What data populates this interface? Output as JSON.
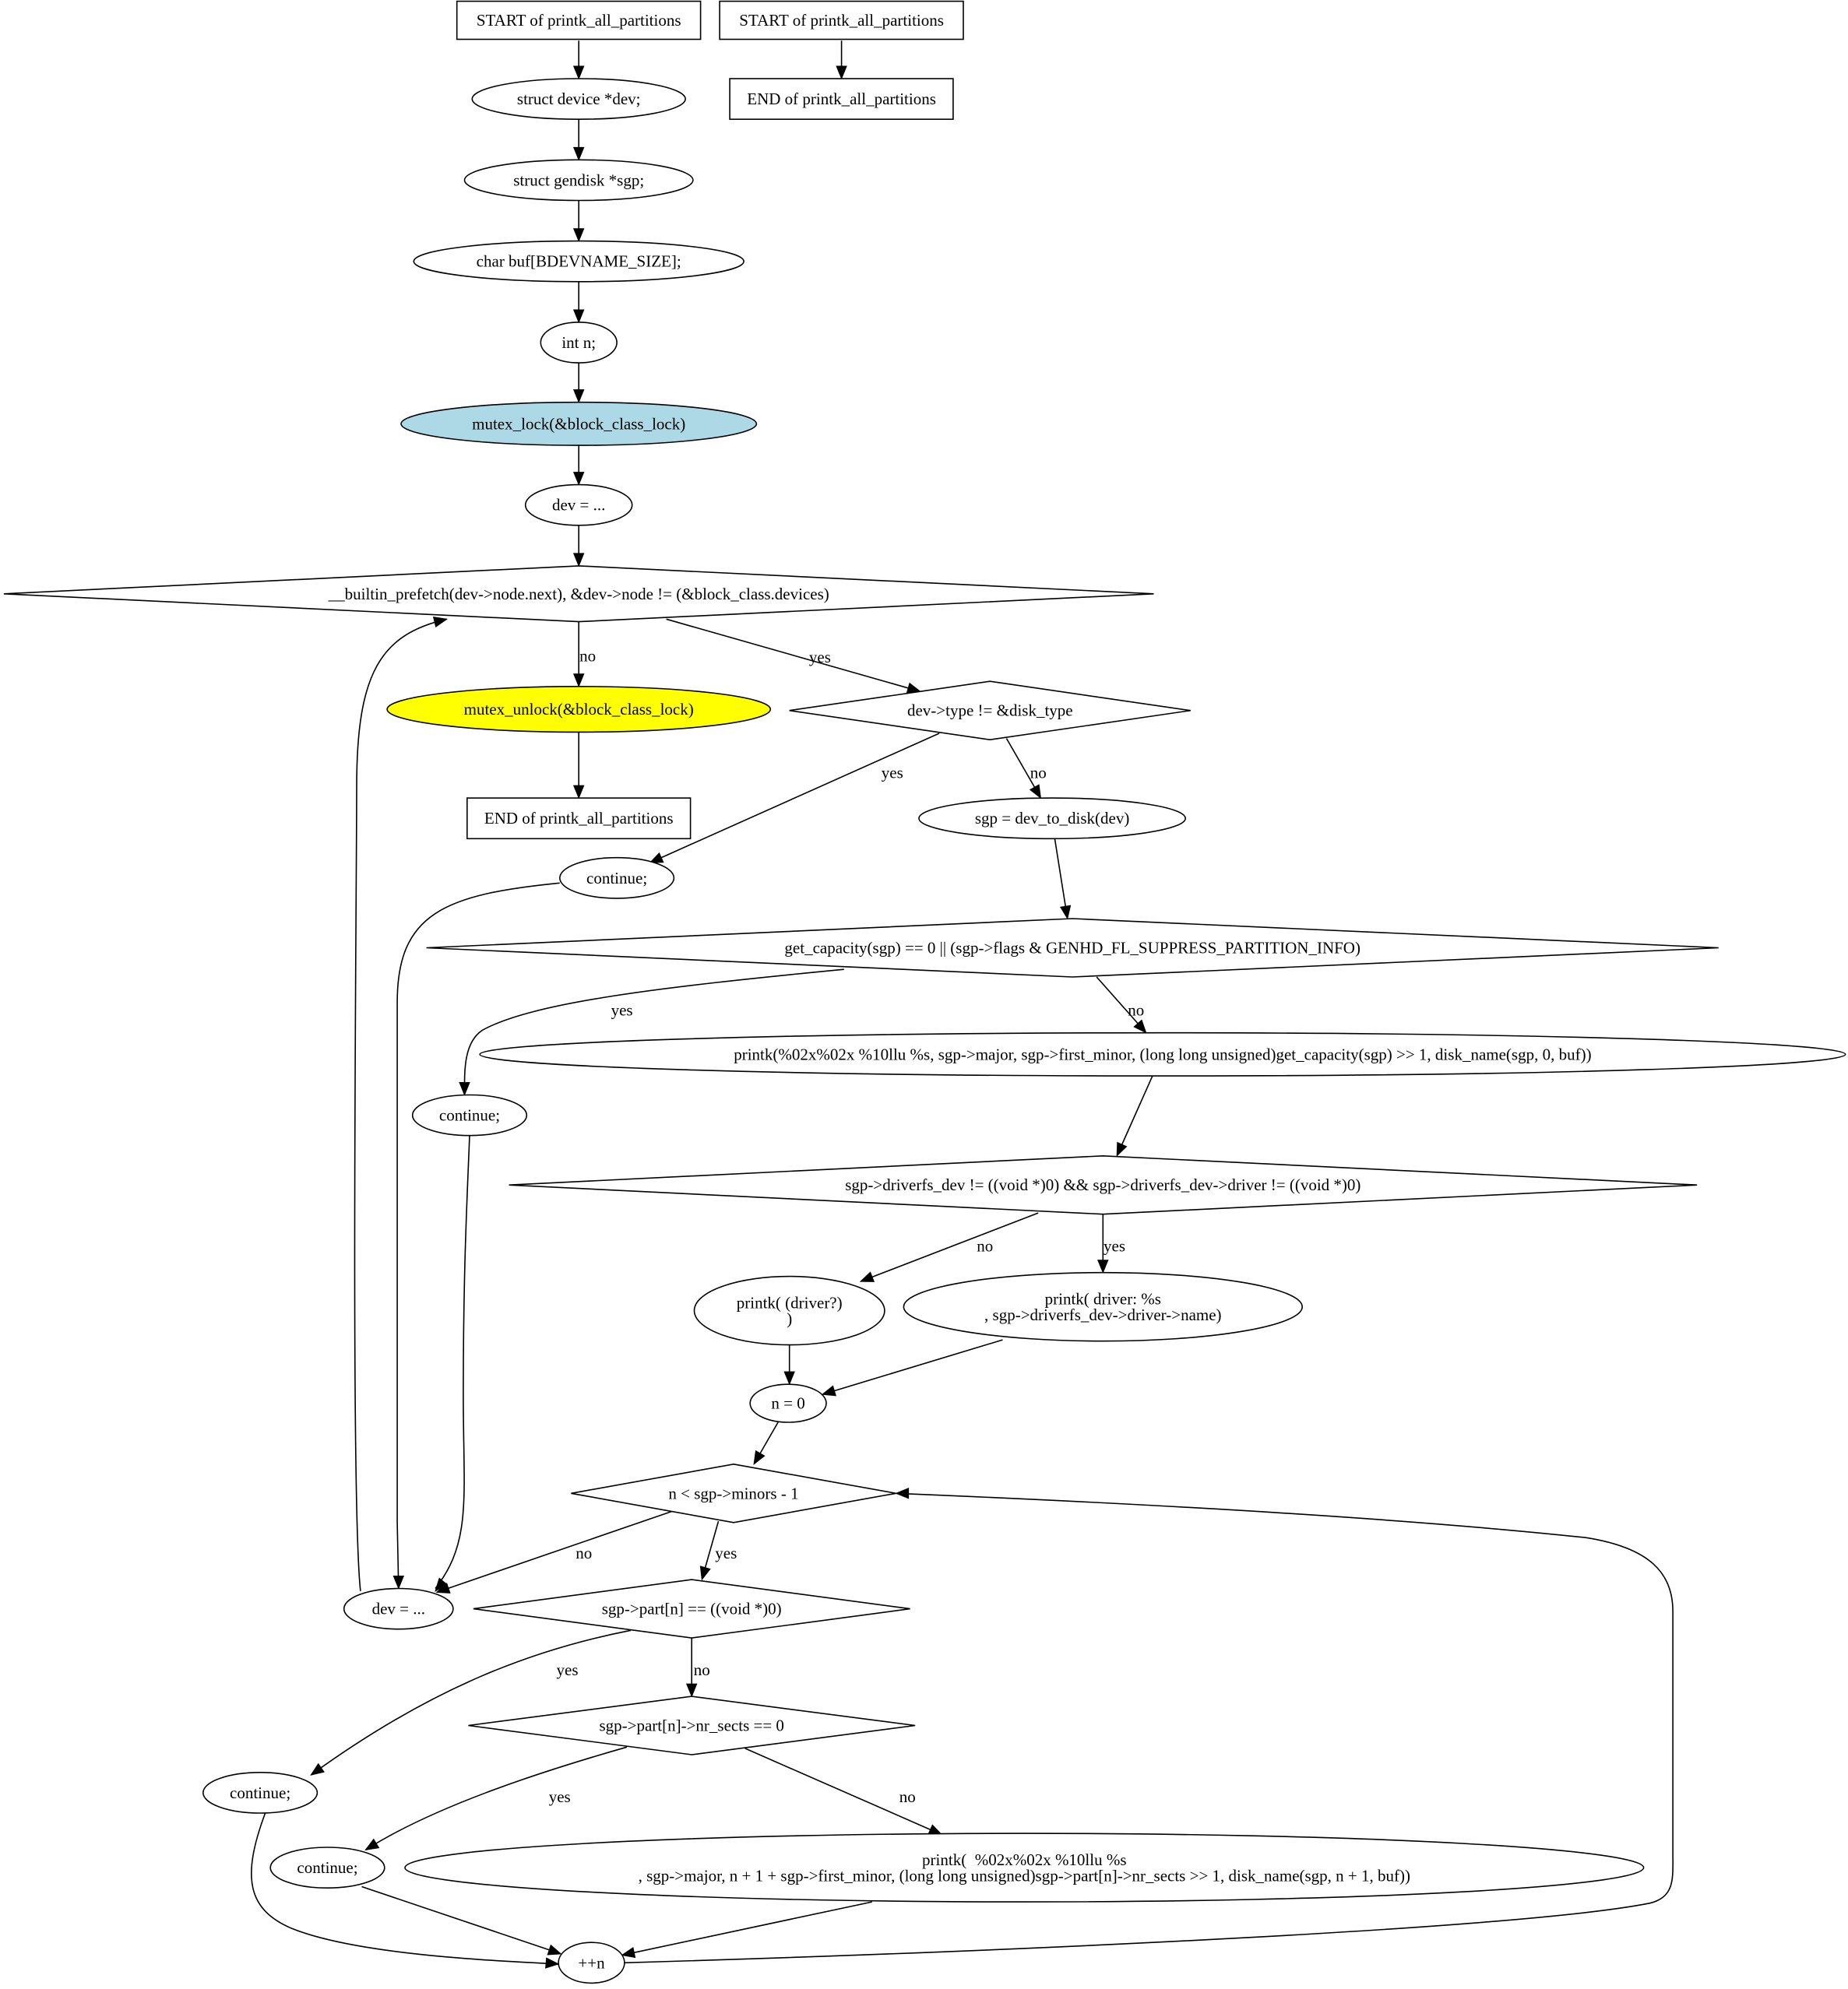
{
  "nodes": {
    "start_main": {
      "label": [
        "START of printk_all_partitions"
      ],
      "shape": "box"
    },
    "start_alt": {
      "label": [
        "START of printk_all_partitions"
      ],
      "shape": "box"
    },
    "end_alt": {
      "label": [
        "END of printk_all_partitions"
      ],
      "shape": "box"
    },
    "decl_dev": {
      "label": [
        "struct device *dev;"
      ],
      "shape": "ellipse"
    },
    "decl_sgp": {
      "label": [
        "struct gendisk *sgp;"
      ],
      "shape": "ellipse"
    },
    "decl_buf": {
      "label": [
        "char buf[BDEVNAME_SIZE];"
      ],
      "shape": "ellipse"
    },
    "decl_n": {
      "label": [
        "int n;"
      ],
      "shape": "ellipse"
    },
    "mutex_lock": {
      "label": [
        "mutex_lock(&block_class_lock)"
      ],
      "shape": "ellipse",
      "fill": "#add8e6"
    },
    "dev_init": {
      "label": [
        "dev = ..."
      ],
      "shape": "ellipse"
    },
    "loop_cond": {
      "label": [
        "__builtin_prefetch(dev->node.next), &dev->node != (&block_class.devices)"
      ],
      "shape": "diamond"
    },
    "mutex_unlock": {
      "label": [
        "mutex_unlock(&block_class_lock)"
      ],
      "shape": "ellipse",
      "fill": "#ffff00"
    },
    "end_main": {
      "label": [
        "END of printk_all_partitions"
      ],
      "shape": "box"
    },
    "type_check": {
      "label": [
        "dev->type != &disk_type"
      ],
      "shape": "diamond"
    },
    "continue_1": {
      "label": [
        "continue;"
      ],
      "shape": "ellipse"
    },
    "sgp_assign": {
      "label": [
        "sgp = dev_to_disk(dev)"
      ],
      "shape": "ellipse"
    },
    "capacity_check": {
      "label": [
        "get_capacity(sgp) == 0 || (sgp->flags & GENHD_FL_SUPPRESS_PARTITION_INFO)"
      ],
      "shape": "diamond"
    },
    "continue_2": {
      "label": [
        "continue;"
      ],
      "shape": "ellipse"
    },
    "printk_disk": {
      "label": [
        "printk(%02x%02x %10llu %s, sgp->major, sgp->first_minor, (long long unsigned)get_capacity(sgp) >> 1, disk_name(sgp, 0, buf))"
      ],
      "shape": "ellipse"
    },
    "driver_check": {
      "label": [
        "sgp->driverfs_dev != ((void *)0) && sgp->driverfs_dev->driver != ((void *)0)"
      ],
      "shape": "diamond"
    },
    "printk_nodriver": {
      "label": [
        "printk( (driver?)",
        ")"
      ],
      "shape": "ellipse"
    },
    "printk_driver": {
      "label": [
        "printk( driver: %s",
        ", sgp->driverfs_dev->driver->name)"
      ],
      "shape": "ellipse"
    },
    "n_init": {
      "label": [
        "n = 0"
      ],
      "shape": "ellipse"
    },
    "n_cond": {
      "label": [
        "n < sgp->minors - 1"
      ],
      "shape": "diamond"
    },
    "dev_next": {
      "label": [
        "dev = ..."
      ],
      "shape": "ellipse"
    },
    "part_null": {
      "label": [
        "sgp->part[n] == ((void *)0)"
      ],
      "shape": "diamond"
    },
    "continue_3": {
      "label": [
        "continue;"
      ],
      "shape": "ellipse"
    },
    "nr_sects_check": {
      "label": [
        "sgp->part[n]->nr_sects == 0"
      ],
      "shape": "diamond"
    },
    "continue_4": {
      "label": [
        "continue;"
      ],
      "shape": "ellipse"
    },
    "printk_part": {
      "label": [
        "printk(  %02x%02x %10llu %s",
        ", sgp->major, n + 1 + sgp->first_minor, (long long unsigned)sgp->part[n]->nr_sects >> 1, disk_name(sgp, n + 1, buf))"
      ],
      "shape": "ellipse"
    },
    "n_inc": {
      "label": [
        "++n"
      ],
      "shape": "ellipse"
    }
  },
  "edges": [
    {
      "from": "start_main",
      "to": "decl_dev",
      "label": ""
    },
    {
      "from": "start_alt",
      "to": "end_alt",
      "label": ""
    },
    {
      "from": "decl_dev",
      "to": "decl_sgp",
      "label": ""
    },
    {
      "from": "decl_sgp",
      "to": "decl_buf",
      "label": ""
    },
    {
      "from": "decl_buf",
      "to": "decl_n",
      "label": ""
    },
    {
      "from": "decl_n",
      "to": "mutex_lock",
      "label": ""
    },
    {
      "from": "mutex_lock",
      "to": "dev_init",
      "label": ""
    },
    {
      "from": "dev_init",
      "to": "loop_cond",
      "label": ""
    },
    {
      "from": "loop_cond",
      "to": "mutex_unlock",
      "label": "no"
    },
    {
      "from": "loop_cond",
      "to": "type_check",
      "label": "yes"
    },
    {
      "from": "mutex_unlock",
      "to": "end_main",
      "label": ""
    },
    {
      "from": "type_check",
      "to": "continue_1",
      "label": "yes"
    },
    {
      "from": "type_check",
      "to": "sgp_assign",
      "label": "no"
    },
    {
      "from": "continue_1",
      "to": "dev_next",
      "label": ""
    },
    {
      "from": "sgp_assign",
      "to": "capacity_check",
      "label": ""
    },
    {
      "from": "capacity_check",
      "to": "continue_2",
      "label": "yes"
    },
    {
      "from": "capacity_check",
      "to": "printk_disk",
      "label": "no"
    },
    {
      "from": "continue_2",
      "to": "dev_next",
      "label": ""
    },
    {
      "from": "printk_disk",
      "to": "driver_check",
      "label": ""
    },
    {
      "from": "driver_check",
      "to": "printk_nodriver",
      "label": "no"
    },
    {
      "from": "driver_check",
      "to": "printk_driver",
      "label": "yes"
    },
    {
      "from": "printk_nodriver",
      "to": "n_init",
      "label": ""
    },
    {
      "from": "printk_driver",
      "to": "n_init",
      "label": ""
    },
    {
      "from": "n_init",
      "to": "n_cond",
      "label": ""
    },
    {
      "from": "n_cond",
      "to": "dev_next",
      "label": "no"
    },
    {
      "from": "n_cond",
      "to": "part_null",
      "label": "yes"
    },
    {
      "from": "dev_next",
      "to": "loop_cond",
      "label": ""
    },
    {
      "from": "part_null",
      "to": "continue_3",
      "label": "yes"
    },
    {
      "from": "part_null",
      "to": "nr_sects_check",
      "label": "no"
    },
    {
      "from": "nr_sects_check",
      "to": "continue_4",
      "label": "yes"
    },
    {
      "from": "nr_sects_check",
      "to": "printk_part",
      "label": "no"
    },
    {
      "from": "continue_3",
      "to": "n_inc",
      "label": ""
    },
    {
      "from": "continue_4",
      "to": "n_inc",
      "label": ""
    },
    {
      "from": "printk_part",
      "to": "n_inc",
      "label": ""
    },
    {
      "from": "n_inc",
      "to": "n_cond",
      "label": ""
    }
  ]
}
